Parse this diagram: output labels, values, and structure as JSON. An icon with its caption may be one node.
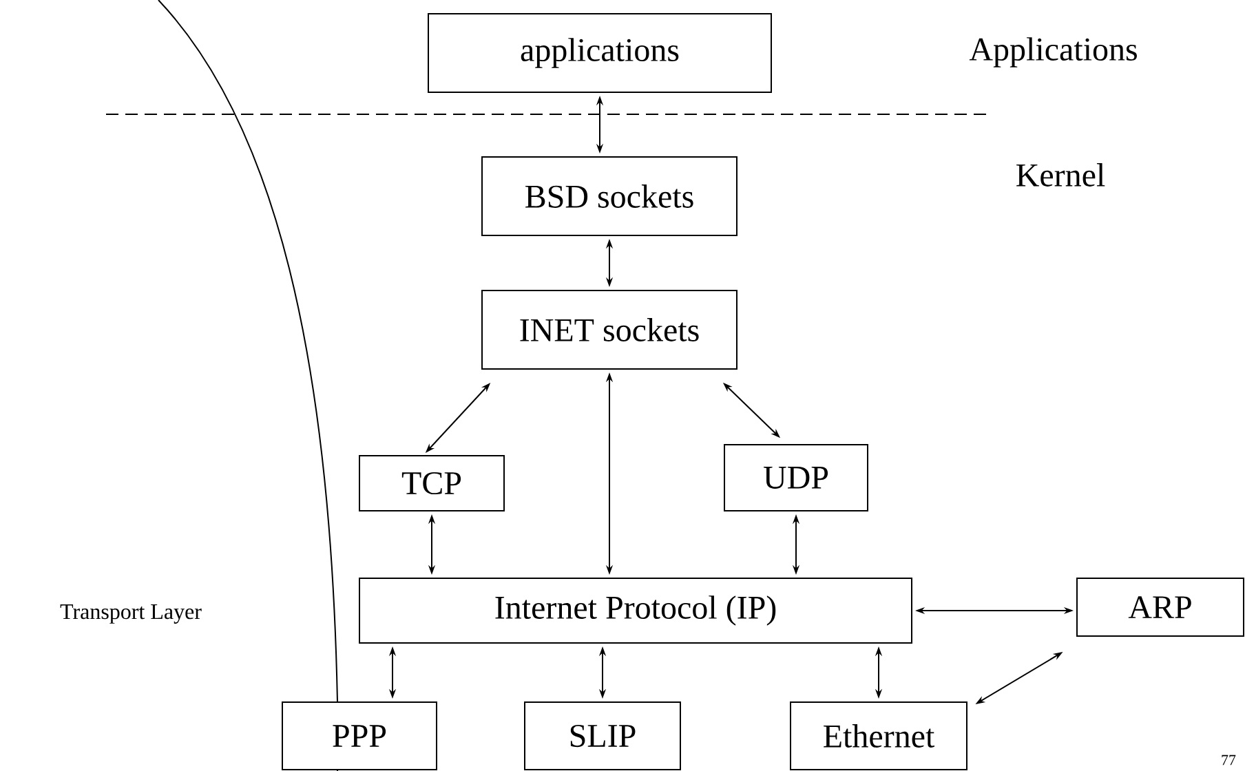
{
  "diagram": {
    "nodes": [
      {
        "text": [
          "applications"
        ]
      },
      {
        "text": [
          "BSD sockets"
        ]
      },
      {
        "text": [
          "INET sockets"
        ]
      },
      {
        "text": [
          "TCP"
        ]
      },
      {
        "text": [
          "UDP"
        ]
      },
      {
        "text": [
          "Internet Protocol (IP)"
        ]
      },
      {
        "text": [
          "ARP"
        ]
      },
      {
        "text": [
          "PPP"
        ]
      },
      {
        "text": [
          "SLIP"
        ]
      },
      {
        "text": [
          "Ethernet"
        ]
      }
    ],
    "edges": [
      {
        "from": 0,
        "to": 1,
        "arrow": "both"
      },
      {
        "from": 1,
        "to": 2,
        "arrow": "both"
      },
      {
        "from": 2,
        "to": 3,
        "arrow": "both"
      },
      {
        "from": 2,
        "to": 5,
        "arrow": "both"
      },
      {
        "from": 2,
        "to": 4,
        "arrow": "both"
      },
      {
        "from": 3,
        "to": 5,
        "arrow": "both"
      },
      {
        "from": 4,
        "to": 5,
        "arrow": "both"
      },
      {
        "from": 5,
        "to": 6,
        "arrow": "both"
      },
      {
        "from": 5,
        "to": 7,
        "arrow": "both"
      },
      {
        "from": 5,
        "to": 8,
        "arrow": "both"
      },
      {
        "from": 5,
        "to": 9,
        "arrow": "both"
      },
      {
        "from": 9,
        "to": 6,
        "arrow": "both"
      }
    ],
    "labels": [
      "Applications",
      "Kernel",
      "Transport Layer",
      "77"
    ]
  }
}
